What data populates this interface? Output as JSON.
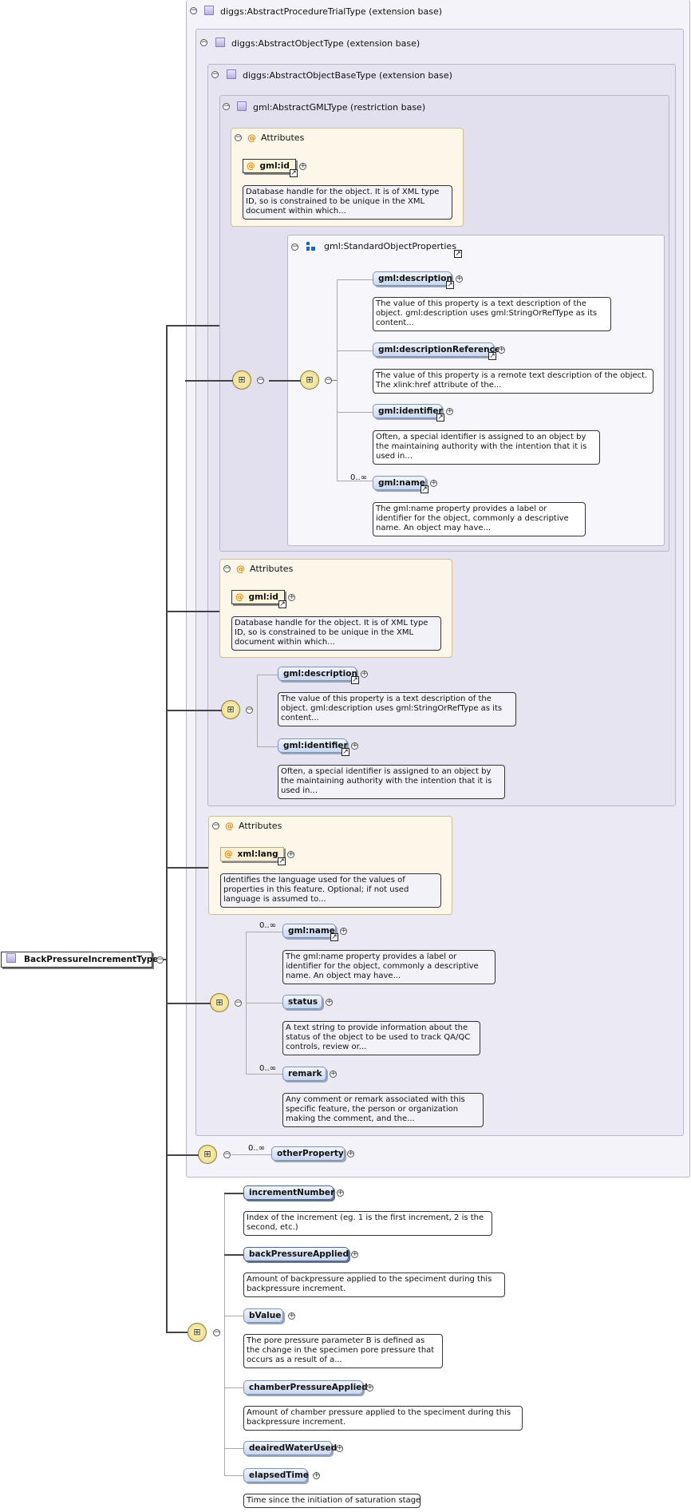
{
  "root": {
    "name": "BackPressureIncrementType"
  },
  "bases": {
    "procedure_trial": "diggs:AbstractProcedureTrialType (extension base)",
    "object": "diggs:AbstractObjectType (extension base)",
    "object_base": "diggs:AbstractObjectBaseType (extension base)",
    "gml": "gml:AbstractGMLType (restriction base)"
  },
  "attributes_label": "Attributes",
  "gml_attrs": {
    "id_name": "gml:id",
    "id_doc": "Database handle for the object. It is of XML type ID, so is constrained to be unique in the XML document within which..."
  },
  "std_props": {
    "title": "gml:StandardObjectProperties",
    "items": [
      {
        "name": "gml:description",
        "doc": "The value of this property is a text description of the object. gml:description uses gml:StringOrRefType as its content..."
      },
      {
        "name": "gml:descriptionReference",
        "doc": "The value of this property is a remote text description of the object. The xlink:href attribute of the..."
      },
      {
        "name": "gml:identifier",
        "doc": "Often, a special identifier is assigned to an object by the maintaining authority with the intention that it is used in..."
      },
      {
        "name": "gml:name",
        "occurs": "0..∞",
        "doc": "The gml:name property provides a label or identifier for the object, commonly a descriptive name. An object may have..."
      }
    ]
  },
  "base_attrs": {
    "id_name": "gml:id",
    "id_doc": "Database handle for the object. It is of XML type ID, so is constrained to be unique in the XML document within which..."
  },
  "base_seq": [
    {
      "name": "gml:description",
      "doc": "The value of this property is a text description of the object. gml:description uses gml:StringOrRefType as its content..."
    },
    {
      "name": "gml:identifier",
      "doc": "Often, a special identifier is assigned to an object by the maintaining authority with the intention that it is used in..."
    }
  ],
  "object_attrs": {
    "lang_name": "xml:lang",
    "lang_doc": "Identifies the language used for the values of properties in this feature. Optional; if not used language is assumed to..."
  },
  "object_seq": [
    {
      "name": "gml:name",
      "occurs": "0..∞",
      "doc": "The gml:name property provides a label or identifier for the object, commonly a descriptive name. An object may have..."
    },
    {
      "name": "status",
      "doc": "A text string to provide information about the status of the object to be used to track QA/QC controls, review or..."
    },
    {
      "name": "remark",
      "occurs": "0..∞",
      "doc": "Any comment or remark associated with this specific feature, the person or organization making the comment, and the..."
    }
  ],
  "other": {
    "name": "otherProperty",
    "occurs": "0..∞"
  },
  "main_seq": [
    {
      "name": "incrementNumber",
      "doc": "Index of the increment (eg. 1 is the first increment, 2 is the second, etc.)"
    },
    {
      "name": "backPressureApplied",
      "doc": "Amount of backpressure applied to the speciment during this backpressure increment."
    },
    {
      "name": "bValue",
      "doc": "The pore pressure parameter B is defined as the change in the specimen pore pressure that occurs as a result of a..."
    },
    {
      "name": "chamberPressureApplied",
      "doc": "Amount of chamber pressure applied to the speciment during this backpressure increment."
    },
    {
      "name": "deairedWaterUsed",
      "doc": ""
    },
    {
      "name": "elapsedTime",
      "doc": "Time since the initiation of saturation stage"
    }
  ]
}
